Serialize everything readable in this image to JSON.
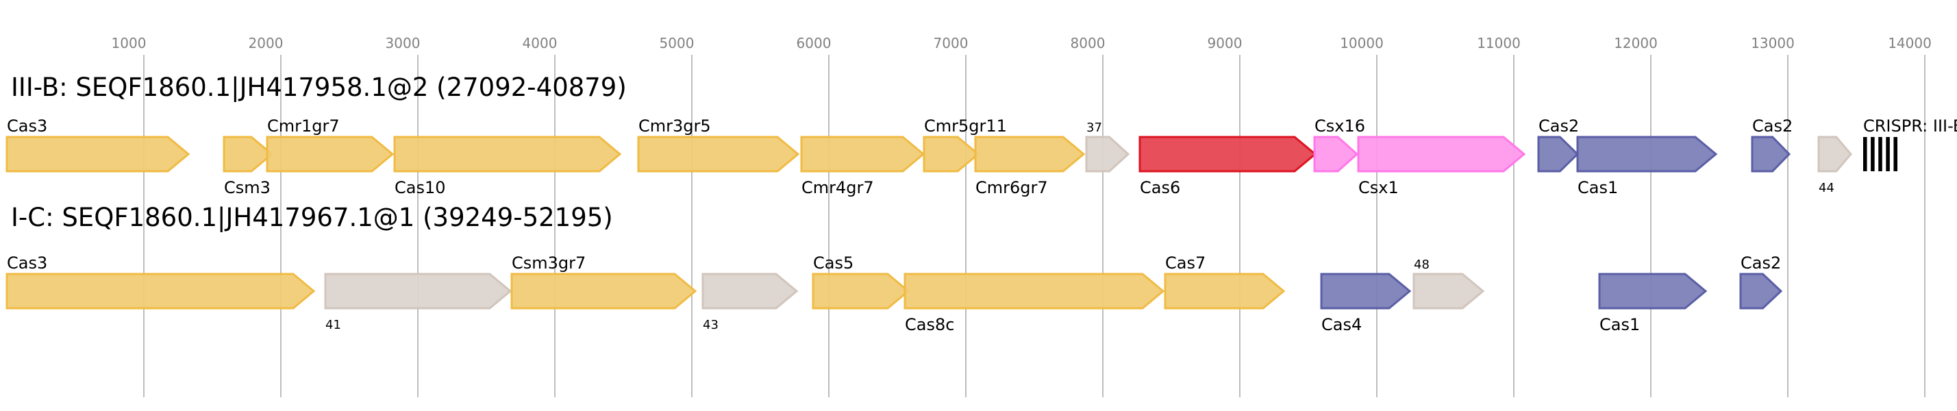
{
  "axis": {
    "ticks": [
      1000,
      2000,
      3000,
      4000,
      5000,
      6000,
      7000,
      8000,
      9000,
      10000,
      11000,
      12000,
      13000,
      14000
    ],
    "grid": true
  },
  "colors": {
    "yellow": {
      "fill": "#f1cb72",
      "stroke": "#f0bb44"
    },
    "grey": {
      "fill": "#dbd3ce",
      "stroke": "#d1c5bc"
    },
    "red": {
      "fill": "#e5424f",
      "stroke": "#dc1422"
    },
    "pink": {
      "fill": "#ff97eb",
      "stroke": "#ff78e8"
    },
    "blue": {
      "fill": "#7b7eb6",
      "stroke": "#5a5ea6"
    }
  },
  "loci": [
    {
      "title": "III-B: SEQF1860.1|JH417958.1@2 (27092-40879)",
      "genes": [
        {
          "name": "Cas3",
          "start": 0,
          "end": 1325,
          "color": "yellow",
          "label": "above"
        },
        {
          "name": "Csm3",
          "start": 1585,
          "end": 1935,
          "color": "yellow",
          "label": "below"
        },
        {
          "name": "Cmr1gr7",
          "start": 1900,
          "end": 2815,
          "color": "yellow",
          "label": "above"
        },
        {
          "name": "Cas10",
          "start": 2830,
          "end": 4475,
          "color": "yellow",
          "label": "below"
        },
        {
          "name": "Cmr3gr5",
          "start": 4610,
          "end": 5775,
          "color": "yellow",
          "label": "above"
        },
        {
          "name": "Cmr4gr7",
          "start": 5800,
          "end": 6690,
          "color": "yellow",
          "label": "below"
        },
        {
          "name": "Cmr5gr11",
          "start": 6695,
          "end": 7090,
          "color": "yellow",
          "label": "above"
        },
        {
          "name": "Cmr6gr7",
          "start": 7070,
          "end": 7860,
          "color": "yellow",
          "label": "below"
        },
        {
          "name": "37",
          "start": 7880,
          "end": 8185,
          "color": "grey",
          "label": "above",
          "small": true
        },
        {
          "name": "Cas6",
          "start": 8270,
          "end": 9550,
          "color": "red",
          "label": "below"
        },
        {
          "name": "Csx16",
          "start": 9545,
          "end": 9855,
          "color": "pink",
          "label": "above"
        },
        {
          "name": "Csx1",
          "start": 9865,
          "end": 11075,
          "color": "pink",
          "label": "below"
        },
        {
          "name": "Cas2",
          "start": 11180,
          "end": 11465,
          "color": "blue",
          "label": "above"
        },
        {
          "name": "Cas1",
          "start": 11465,
          "end": 12475,
          "color": "blue",
          "label": "below"
        },
        {
          "name": "Cas2",
          "start": 12740,
          "end": 13010,
          "color": "blue",
          "label": "above"
        },
        {
          "name": "44",
          "start": 13225,
          "end": 13460,
          "color": "grey",
          "label": "below",
          "small": true
        }
      ],
      "crispr": {
        "label": "CRISPR: III-B",
        "start": 13550,
        "end": 13800,
        "repeats": 5
      }
    },
    {
      "title": "I-C: SEQF1860.1|JH417967.1@1 (39249-52195)",
      "genes": [
        {
          "name": "Cas3",
          "start": 0,
          "end": 2240,
          "color": "yellow",
          "label": "above"
        },
        {
          "name": "41",
          "start": 2325,
          "end": 3675,
          "color": "grey",
          "label": "below",
          "small": true
        },
        {
          "name": "Csm3gr7",
          "start": 3685,
          "end": 5025,
          "color": "yellow",
          "label": "above"
        },
        {
          "name": "43",
          "start": 5080,
          "end": 5765,
          "color": "grey",
          "label": "below",
          "small": true
        },
        {
          "name": "Cas5",
          "start": 5885,
          "end": 6580,
          "color": "yellow",
          "label": "above"
        },
        {
          "name": "Cas8c",
          "start": 6555,
          "end": 8440,
          "color": "yellow",
          "label": "below"
        },
        {
          "name": "Cas7",
          "start": 8455,
          "end": 9320,
          "color": "yellow",
          "label": "above"
        },
        {
          "name": "Cas4",
          "start": 9595,
          "end": 10240,
          "color": "blue",
          "label": "below"
        },
        {
          "name": "48",
          "start": 10270,
          "end": 10775,
          "color": "grey",
          "label": "above",
          "small": true
        },
        {
          "name": "Cas1",
          "start": 11625,
          "end": 12400,
          "color": "blue",
          "label": "below"
        },
        {
          "name": "Cas2",
          "start": 12655,
          "end": 12950,
          "color": "blue",
          "label": "above"
        }
      ]
    }
  ]
}
